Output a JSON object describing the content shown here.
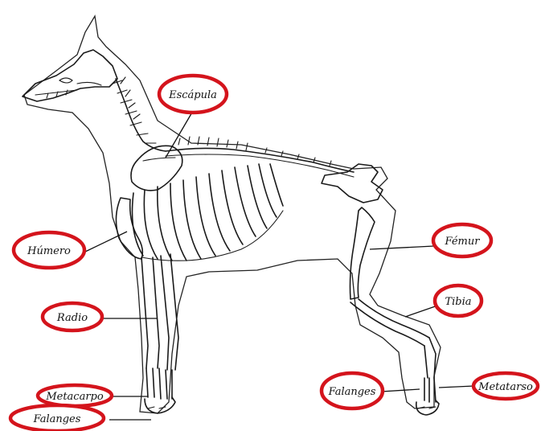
{
  "labels": {
    "escapula": "Escápula",
    "humero": "Húmero",
    "radio": "Radio",
    "metacarpo": "Metacarpo",
    "falanges_front": "Falanges",
    "femur": "Fémur",
    "tibia": "Tibia",
    "metatarso": "Metatarso",
    "falanges_back": "Falanges"
  },
  "colors": {
    "label_ring": "#d4141c",
    "bone_line": "#1a1a1a",
    "background": "#ffffff"
  }
}
